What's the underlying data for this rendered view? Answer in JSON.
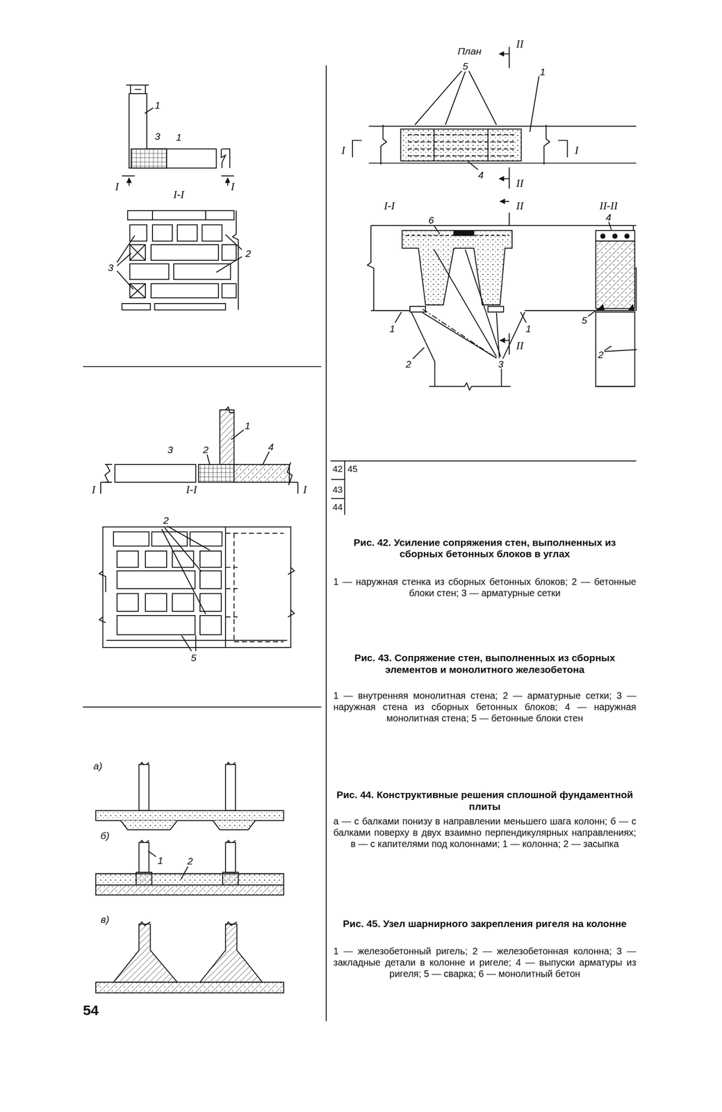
{
  "diagram": {
    "labels": [
      "1",
      "3",
      "1",
      "I",
      "I",
      "I-I",
      "3",
      "2",
      "План",
      "II",
      "5",
      "1",
      "I",
      "I",
      "4",
      "II",
      "I-I",
      "II",
      "6",
      "1",
      "1",
      "II",
      "2",
      "3",
      "II-II",
      "4",
      "5",
      "2",
      "1",
      "3",
      "2",
      "4",
      "I",
      "I-I",
      "I",
      "2",
      "5",
      "а)",
      "б)",
      "1",
      "2",
      "в)",
      "42",
      "45",
      "43",
      "44",
      "Рис. 42. Усиление сопряжения стен, выполненных из сборных бетонных блоков в углах",
      "1 — наружная стенка из сборных бетонных блоков; 2 — бетонные блоки стен; 3 — арматурные сетки",
      "Рис. 43. Сопряжение стен, выполненных из сборных элементов и монолитного железобетона",
      "1 — внутренняя монолитная стена; 2 — арматурные сетки; 3 — наружная стена из сборных бетонных блоков; 4 — наружная монолитная стена; 5 — бетонные блоки стен",
      "Рис. 44. Конструктивные решения сплошной фундаментной плиты",
      "а — с балками понизу в направлении меньшего шага колонн; б — с балками поверху в двух взаимно перпендикулярных направлениях; в — с капителями под колоннами; 1 — колонна; 2 — засыпка",
      "Рис. 45. Узел шарнирного закрепления ригеля на колонне",
      "1 — железобетонный ригель; 2 — железобетонная колонна; 3 — закладные детали в колонне и ригеле; 4 — выпуски арматуры из ригеля; 5 — сварка; 6 — монолитный бетон",
      "54"
    ]
  }
}
